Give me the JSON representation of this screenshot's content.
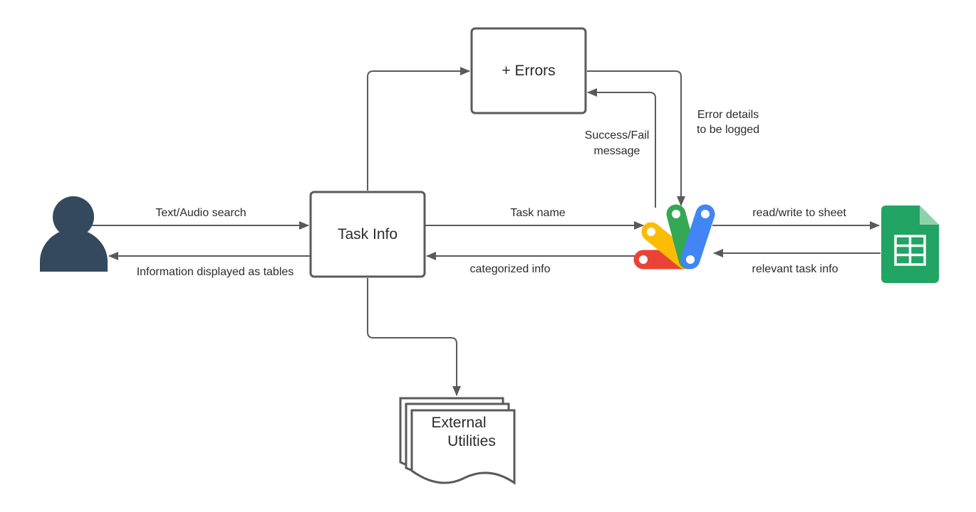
{
  "nodes": {
    "errors": "+ Errors",
    "task_info": "Task Info",
    "external_line1": "External",
    "external_line2": "Utilities"
  },
  "edges": {
    "text_audio_search": "Text/Audio search",
    "info_displayed": "Information displayed as tables",
    "task_name": "Task name",
    "categorized_info": "categorized info",
    "read_write_sheet": "read/write to sheet",
    "relevant_task_info": "relevant task info",
    "success_fail_line1": "Success/Fail",
    "success_fail_line2": "message",
    "error_details_line1": "Error details",
    "error_details_line2": "to be logged"
  },
  "icons": {
    "user": "user-icon",
    "apps_script": "apps-script-icon",
    "sheets": "google-sheets-icon"
  },
  "colors": {
    "stroke": "#5a5a5a",
    "user": "#34495e",
    "sheets": "#21a464",
    "apps_red": "#ea4335",
    "apps_yellow": "#fbbc04",
    "apps_green": "#34a853",
    "apps_blue": "#4285f4"
  }
}
